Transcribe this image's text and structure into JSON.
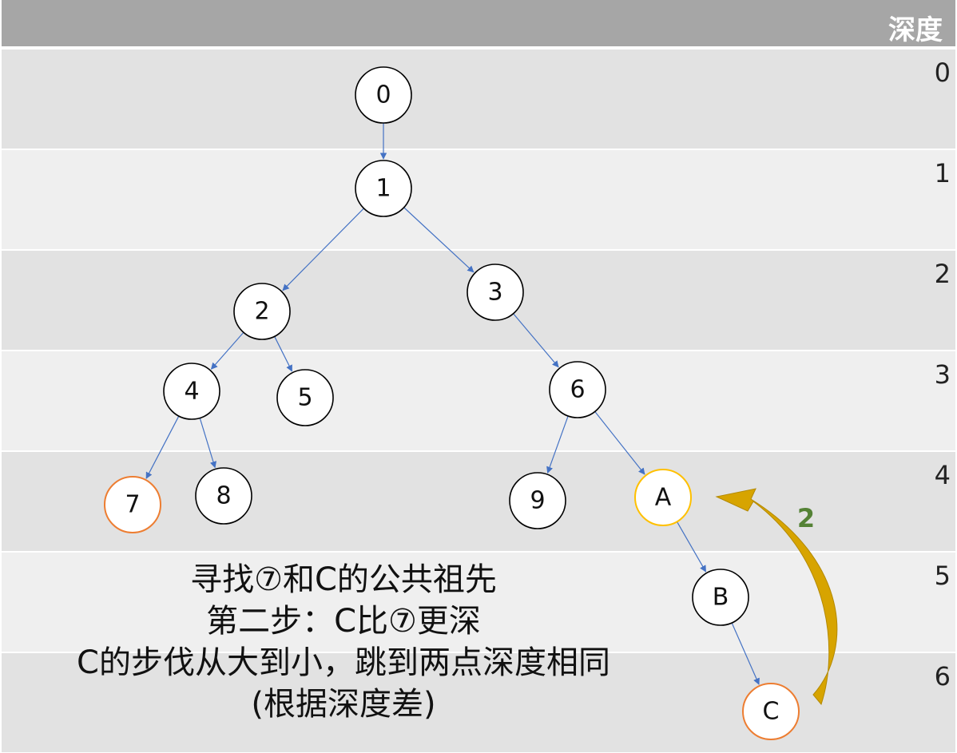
{
  "header": {
    "label": "深度"
  },
  "depth_rows": [
    "0",
    "1",
    "2",
    "3",
    "4",
    "5",
    "6"
  ],
  "colors": {
    "row_dark": "#e2e2e2",
    "row_light": "#efefef",
    "header": "#a6a6a6",
    "edge": "#4472c4",
    "node_default_border": "#000000",
    "node_highlight_orange": "#ed7d31",
    "node_highlight_yellow": "#ffc000",
    "arrow_fill": "#d7a400",
    "step_number": "#548235"
  },
  "nodes": [
    {
      "id": "0",
      "label": "0",
      "depth": 0,
      "style": "default"
    },
    {
      "id": "1",
      "label": "1",
      "depth": 1,
      "style": "default"
    },
    {
      "id": "2",
      "label": "2",
      "depth": 2,
      "style": "default"
    },
    {
      "id": "3",
      "label": "3",
      "depth": 2,
      "style": "default"
    },
    {
      "id": "4",
      "label": "4",
      "depth": 3,
      "style": "default"
    },
    {
      "id": "5",
      "label": "5",
      "depth": 3,
      "style": "default"
    },
    {
      "id": "6",
      "label": "6",
      "depth": 3,
      "style": "default"
    },
    {
      "id": "7",
      "label": "7",
      "depth": 4,
      "style": "orange"
    },
    {
      "id": "8",
      "label": "8",
      "depth": 4,
      "style": "default"
    },
    {
      "id": "9",
      "label": "9",
      "depth": 4,
      "style": "default"
    },
    {
      "id": "A",
      "label": "A",
      "depth": 4,
      "style": "yellow"
    },
    {
      "id": "B",
      "label": "B",
      "depth": 5,
      "style": "default"
    },
    {
      "id": "C",
      "label": "C",
      "depth": 6,
      "style": "orange"
    }
  ],
  "edges": [
    [
      "0",
      "1"
    ],
    [
      "1",
      "2"
    ],
    [
      "1",
      "3"
    ],
    [
      "2",
      "4"
    ],
    [
      "2",
      "5"
    ],
    [
      "3",
      "6"
    ],
    [
      "4",
      "7"
    ],
    [
      "4",
      "8"
    ],
    [
      "6",
      "9"
    ],
    [
      "6",
      "A"
    ],
    [
      "A",
      "B"
    ],
    [
      "B",
      "C"
    ]
  ],
  "jump_arrow": {
    "from": "C",
    "to": "A",
    "step_label": "2"
  },
  "caption": {
    "line1": "寻找⑦和C的公共祖先",
    "line2": "第二步：C比⑦更深",
    "line3": "C的步伐从大到小，跳到两点深度相同",
    "line4": "(根据深度差)"
  }
}
